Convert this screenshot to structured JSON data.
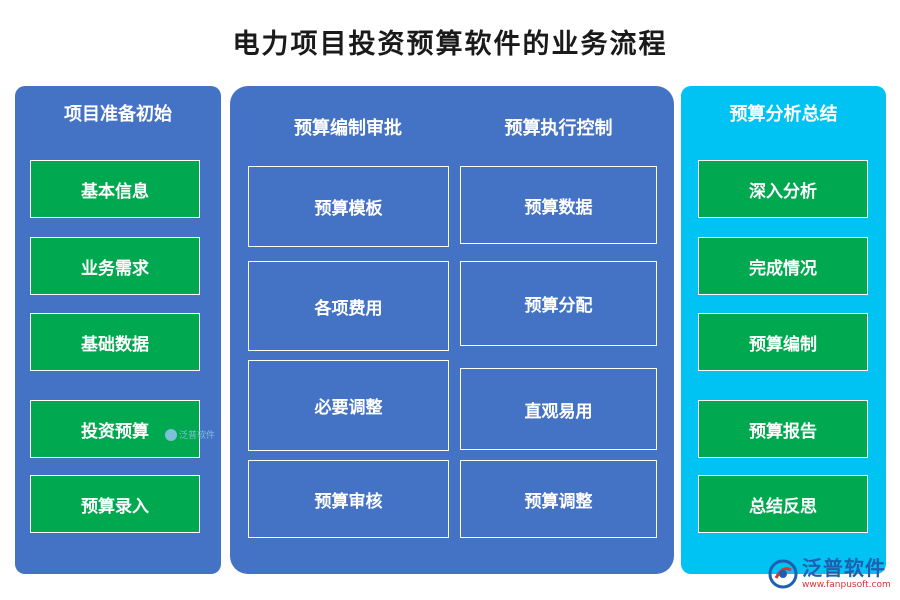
{
  "title": "电力项目投资预算软件的业务流程",
  "left": {
    "heading": "项目准备初始",
    "items": [
      "基本信息",
      "业务需求",
      "基础数据",
      "投资预算",
      "预算录入"
    ]
  },
  "middle": {
    "col1": {
      "heading": "预算编制审批",
      "items": [
        "预算模板",
        "各项费用",
        "必要调整",
        "预算审核"
      ]
    },
    "col2": {
      "heading": "预算执行控制",
      "items": [
        "预算数据",
        "预算分配",
        "直观易用",
        "预算调整"
      ]
    }
  },
  "right": {
    "heading": "预算分析总结",
    "items": [
      "深入分析",
      "完成情况",
      "预算编制",
      "预算报告",
      "总结反思"
    ]
  },
  "logo": {
    "name": "泛普软件",
    "url": "www.fanpusoft.com",
    "watermark": "泛普软件"
  },
  "colors": {
    "panel_blue": "#4472c4",
    "panel_cyan": "#00c2f3",
    "box_green": "#00a94f",
    "logo_blue": "#1f5fb0",
    "logo_red": "#dd3333"
  }
}
